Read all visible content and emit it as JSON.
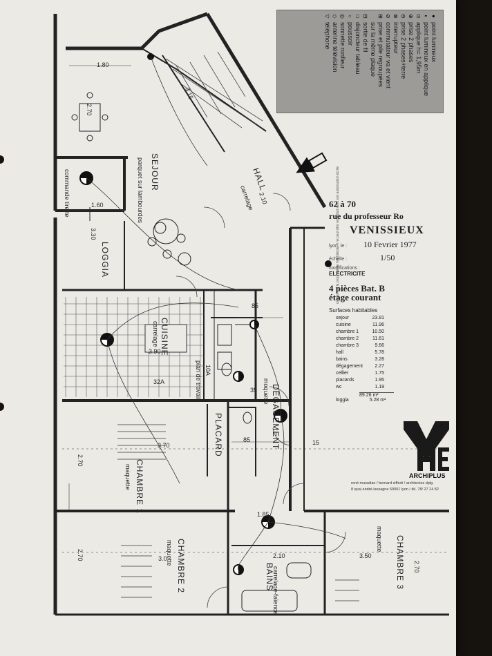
{
  "legend": {
    "items": [
      {
        "symbol": "●",
        "label": "point lumineux"
      },
      {
        "symbol": "◐",
        "label": "point lumineux en applique"
      },
      {
        "symbol": "⊙",
        "label": "applique h= 1,95m"
      },
      {
        "symbol": "⊕",
        "label": "prise 2 phases"
      },
      {
        "symbol": "⊖",
        "label": "prise 2 phases+terre"
      },
      {
        "symbol": "⊗",
        "label": "interrupteur"
      },
      {
        "symbol": "⊘",
        "label": "commutateur va et vient"
      },
      {
        "symbol": "⊞",
        "label": "prise et pile regroupées"
      },
      {
        "symbol": " ",
        "label": "sur la même plaque"
      },
      {
        "symbol": "⊟",
        "label": "sortie de fil"
      },
      {
        "symbol": "□",
        "label": "disjoncteur tableau"
      },
      {
        "symbol": "○",
        "label": "poussoir"
      },
      {
        "symbol": "◎",
        "label": "sonnette ronfleur"
      },
      {
        "symbol": "◇",
        "label": "antenne télévision"
      },
      {
        "symbol": "▽",
        "label": "téléphone"
      }
    ]
  },
  "title_block": {
    "address_line1": "62 à 70",
    "address_line2": "rue du professeur Ro",
    "city": "VENISSIEUX",
    "date_label": "lyon, le :",
    "date_value": "10 Fevrier 1977",
    "scale_label": "échelle :",
    "scale_value": "1/50",
    "modifications_label": "modifications :",
    "modifications_value": "ELECTRICITE",
    "type_line1": "4 pièces  Bat. B",
    "type_line2": "étage courant",
    "surfaces_title": "Surfaces habitables",
    "surfaces": [
      {
        "room": "sejour",
        "area": "23.81"
      },
      {
        "room": "cuisine",
        "area": "11.96"
      },
      {
        "room": "chambre 1",
        "area": "10.50"
      },
      {
        "room": "chambre 2",
        "area": "11.61"
      },
      {
        "room": "chambre 3",
        "area": "9.66"
      },
      {
        "room": "hall",
        "area": "5.78"
      },
      {
        "room": "bains",
        "area": "3.28"
      },
      {
        "room": "dégagement",
        "area": "2.27"
      },
      {
        "room": "cellier",
        "area": "1.75"
      },
      {
        "room": "placards",
        "area": "1.95"
      },
      {
        "room": "wc",
        "area": "1.19"
      }
    ],
    "total": "89.26 m²",
    "loggia_label": "loggia",
    "loggia_value": "5.28 m²",
    "rights_note": "ce plan est la propriété de l'architecte. il ne peut être reproduit sans son autorisation écrite",
    "logo_name": "ARCHIPLUS",
    "credits_line1": "rené muradian / bernard sifferti / architectes dplg",
    "credits_line2": "8 quai andré-lassagne 69001 lyon / tél. 78/ 27 24 82"
  },
  "rooms": {
    "sejour": "SEJOUR",
    "loggia": "LOGGIA",
    "cuisine": "CUISINE",
    "chambre1": "CHAMBRE 1",
    "chambre2": "CHAMBRE 2",
    "chambre3": "CHAMBRE 3",
    "hall": "HALL",
    "degagement": "DEGAGEMENT",
    "placard": "PLACARD",
    "bains": "BAINS"
  },
  "notes": {
    "parquet": "parquet sur lambourdes",
    "carrelage_hall": "carrelage",
    "carrelage_cuisine": "carrelage",
    "commande": "commande tirette",
    "maquette1": "maquette",
    "maquette2": "maquette",
    "maquette3": "maquette",
    "maquette_deg": "moquette",
    "cuisine_10a": "10A",
    "cuisine_plan": "plan de travail",
    "cuisine_32a": "32A",
    "bains_carr": "carrelage-faïence"
  },
  "dimensions": {
    "d180": "1.80",
    "d270_a": "2.70",
    "d160": "1.60",
    "d330": "3.30",
    "d315": "3.15",
    "d390": "3.90",
    "d370": "3.70",
    "d270_b": "2.70",
    "d270_c": "2.70",
    "d30": "3.0",
    "d210": "2.10",
    "d350": "3.50",
    "d270_d": "2.70",
    "d85a": "85",
    "d85b": "85",
    "d15": "15",
    "d35": "35",
    "d185": "1.85",
    "d210b": "2.10"
  }
}
